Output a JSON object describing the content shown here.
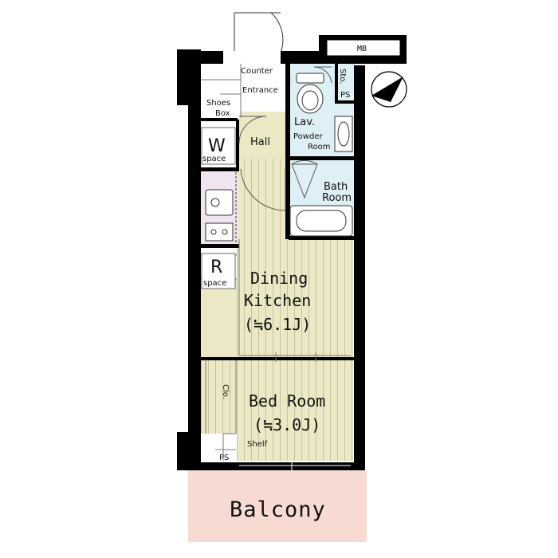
{
  "colors": {
    "wall": "#000000",
    "dining_floor": "#ece8c6",
    "bath_floor": "#deeff6",
    "kitchen_floor": "#f1e4f1",
    "balcony": "#f7dbd3",
    "grain": "#c7c39f"
  },
  "icons": [
    "compass-north-arrow-icon",
    "toilet-icon",
    "sink-icon",
    "bathtub-icon",
    "stove-icon",
    "door-swing-icon"
  ],
  "labels": {
    "mb": "MB",
    "counter": "Counter",
    "entrance": "Entrance",
    "sto": "Sto.",
    "ps_top": "PS",
    "shoes": "Shoes",
    "box": "Box",
    "lav": "Lav.",
    "powder": "Powder",
    "room_word": "Room",
    "hall": "Hall",
    "w_letter": "W",
    "w_space": "space",
    "bath": "Bath",
    "bath_room": "Room",
    "r_letter": "R",
    "r_space": "space",
    "dining": "Dining",
    "kitchen": "Kitchen",
    "dining_area": "(≒6.1J)",
    "clo": "Clo.",
    "bedroom": "Bed Room",
    "bedroom_area": "(≒3.0J)",
    "shelf": "Shelf",
    "ps_bottom": "PS",
    "balcony": "Balcony"
  }
}
